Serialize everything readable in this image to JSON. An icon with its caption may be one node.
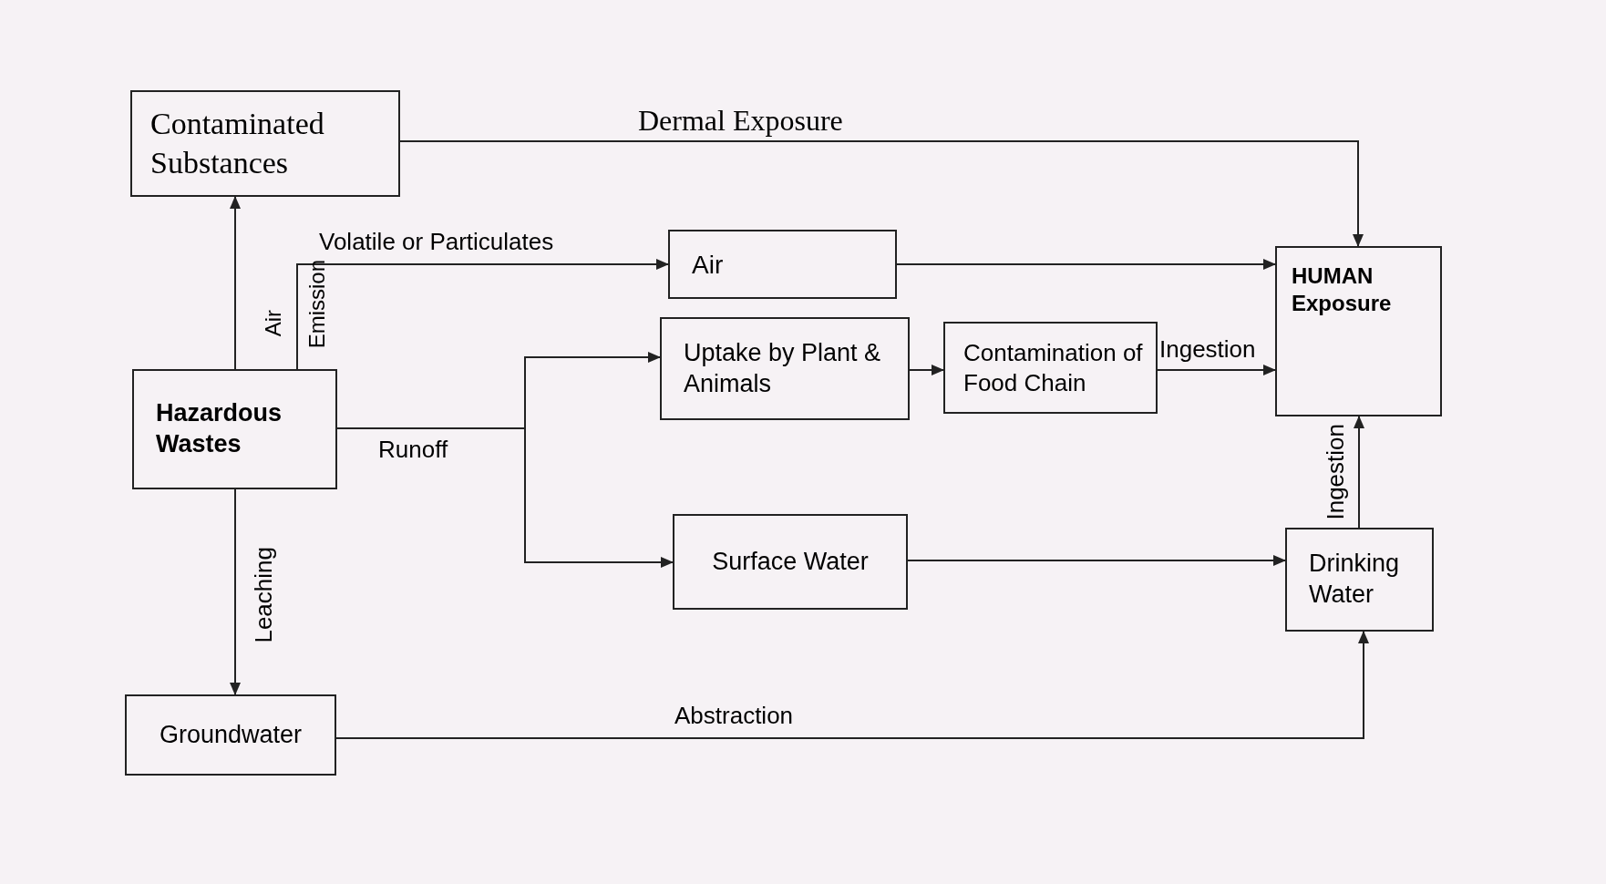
{
  "diagram": {
    "nodes": [
      {
        "text": [
          "Contaminated Substances"
        ]
      },
      {
        "text": [
          "Air"
        ]
      },
      {
        "text": [
          "HUMAN Exposure"
        ]
      },
      {
        "text": [
          "Hazardous Wastes"
        ]
      },
      {
        "text": [
          "Uptake by Plant & Animals"
        ]
      },
      {
        "text": [
          "Contamination of Food Chain"
        ]
      },
      {
        "text": [
          "Surface Water"
        ]
      },
      {
        "text": [
          "Drinking Water"
        ]
      },
      {
        "text": [
          "Groundwater"
        ]
      }
    ],
    "edges": [
      {
        "from": 0,
        "to": 2,
        "arrow": "to",
        "label": "Dermal Exposure"
      },
      {
        "from": 3,
        "to": 0,
        "arrow": "to"
      },
      {
        "from": 3,
        "to": 1,
        "arrow": "to",
        "label": "Volatile or Particulates"
      },
      {
        "from": 1,
        "to": 2,
        "arrow": "to"
      },
      {
        "from": 4,
        "to": 5,
        "arrow": "to"
      },
      {
        "from": 5,
        "to": 2,
        "arrow": "to",
        "label": "Ingestion"
      },
      {
        "from": 3,
        "to": 4,
        "arrow": "to",
        "label": "Runoff"
      },
      {
        "from": 3,
        "to": 6,
        "arrow": "to"
      },
      {
        "from": 6,
        "to": 7,
        "arrow": "to"
      },
      {
        "from": 7,
        "to": 2,
        "arrow": "to",
        "label": "Ingestion"
      },
      {
        "from": 3,
        "to": 8,
        "arrow": "to",
        "label": "Leaching"
      },
      {
        "from": 8,
        "to": 7,
        "arrow": "to",
        "label": "Abstraction"
      }
    ],
    "labels": [
      "Air",
      "Emission"
    ]
  }
}
